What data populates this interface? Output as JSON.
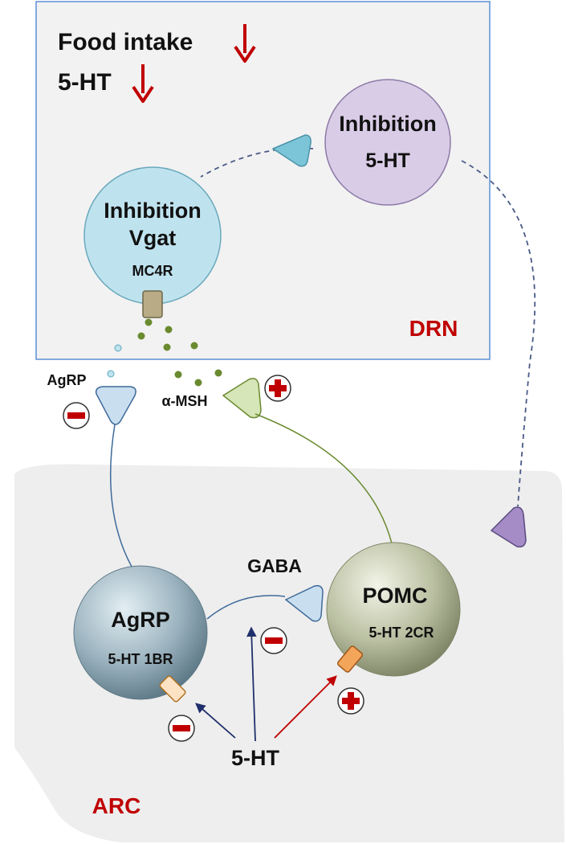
{
  "header": {
    "food_intake": "Food intake",
    "serotonin": "5-HT"
  },
  "drn": {
    "region_label": "DRN",
    "vgat_neuron": {
      "line1": "Inhibition",
      "line2": "Vgat",
      "receptor": "MC4R"
    },
    "ht_neuron": {
      "line1": "Inhibition",
      "line2": "5-HT"
    }
  },
  "signals": {
    "agrp_label": "AgRP",
    "amsh_label": "α-MSH",
    "gaba_label": "GABA",
    "serotonin_source": "5-HT"
  },
  "arc": {
    "region_label": "ARC",
    "agrp_neuron": {
      "name": "AgRP",
      "receptor": "5-HT 1BR"
    },
    "pomc_neuron": {
      "name": "POMC",
      "receptor": "5-HT 2CR"
    }
  },
  "colors": {
    "drn_border": "#5b8fd6",
    "drn_fill": "#f2f2f2",
    "arc_fill": "#eeeeee",
    "label_red": "#c00000",
    "arrow_dark": "#1f2f6b",
    "vgat_fill": "#bfe3ee",
    "ht_fill": "#d9cce6",
    "amsh_green": "#6a8a2f"
  }
}
